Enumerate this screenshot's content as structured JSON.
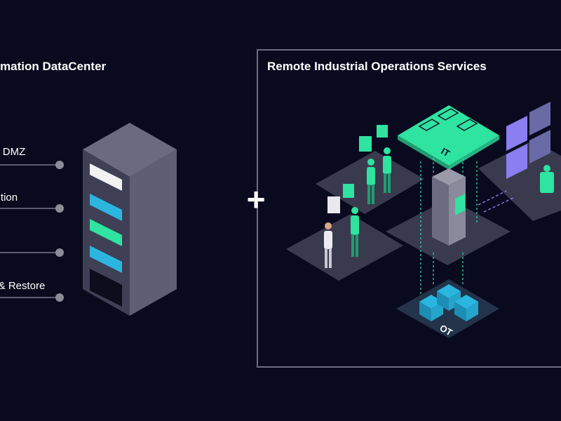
{
  "left_panel": {
    "title": "mation DataCenter",
    "items": [
      {
        "label": "DMZ"
      },
      {
        "label": "tion"
      },
      {
        "label": ""
      },
      {
        "label": "Restore"
      }
    ]
  },
  "right_panel": {
    "title": "Remote Industrial Operations Services",
    "it_label": "IT",
    "ot_label": "OT"
  },
  "plus_symbol": "+",
  "colors": {
    "background": "#0a0a1f",
    "accent_green": "#2fe3a0",
    "accent_cyan": "#2bb6e0",
    "server_gray": "#55556b",
    "frame": "#6d6d80"
  }
}
